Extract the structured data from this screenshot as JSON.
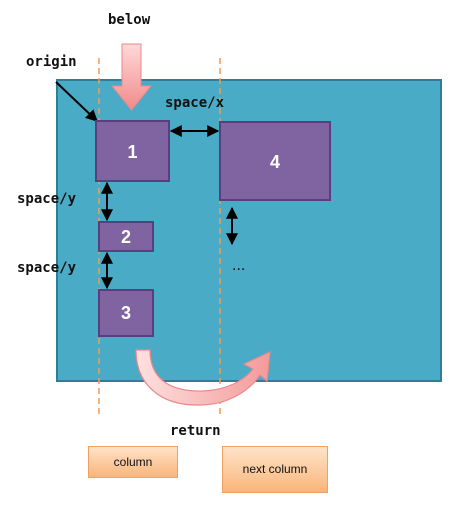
{
  "labels": {
    "below": "below",
    "origin": "origin",
    "space_x": "space/x",
    "space_y_1": "space/y",
    "space_y_2": "space/y",
    "return": "return",
    "ellipsis": "..."
  },
  "boxes": [
    {
      "id": "box-1",
      "label": "1"
    },
    {
      "id": "box-2",
      "label": "2"
    },
    {
      "id": "box-3",
      "label": "3"
    },
    {
      "id": "box-4",
      "label": "4"
    }
  ],
  "legend": {
    "column": "column",
    "next_column": "next column"
  },
  "colors": {
    "container": "#4aabc6",
    "container_border": "#2f7d96",
    "box_fill": "#8064a2",
    "box_border": "#5a3f7f",
    "guide_line": "#f39c4e",
    "arrow_pink": "#f7a8a8"
  }
}
